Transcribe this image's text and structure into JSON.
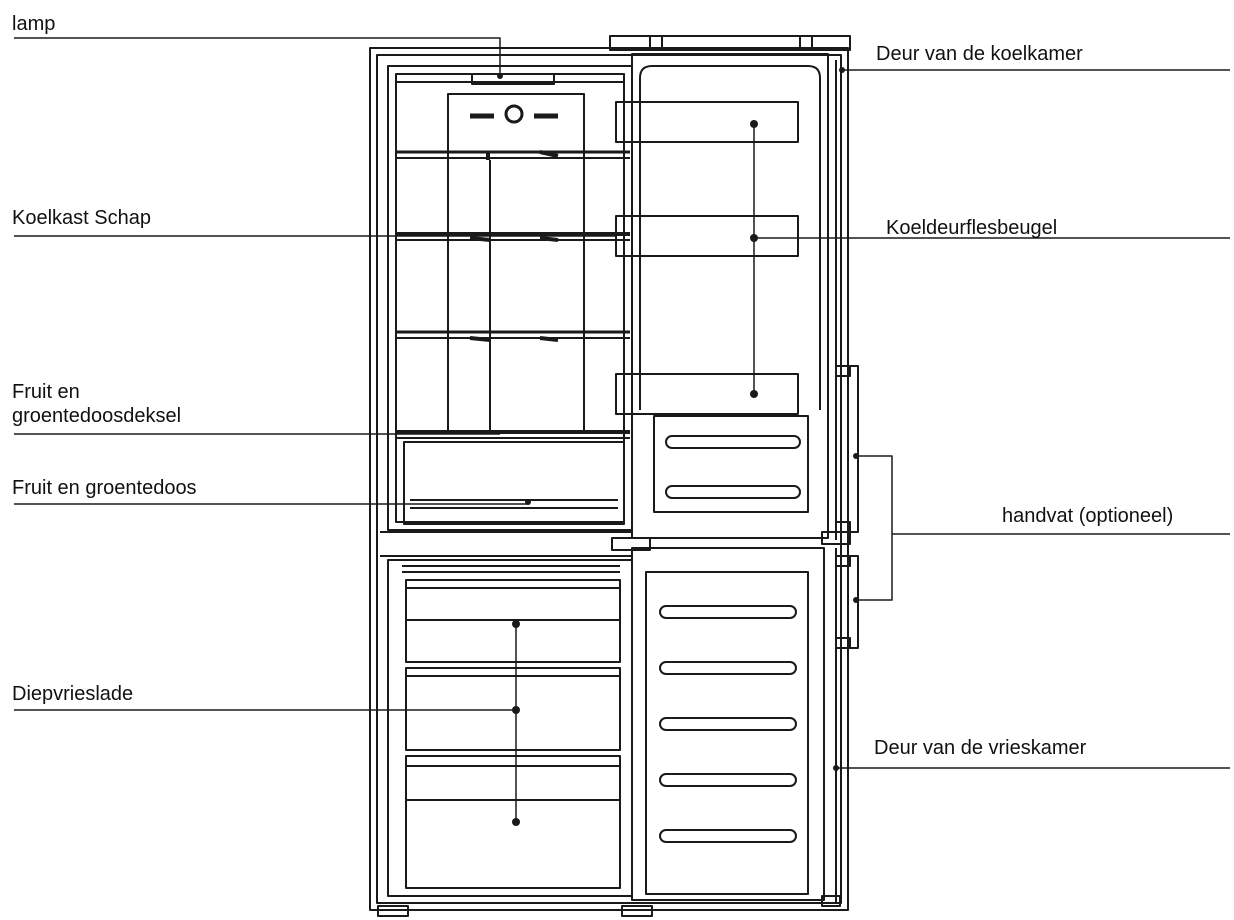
{
  "labels": {
    "lamp": "lamp",
    "fridge_shelf": "Koelkast Schap",
    "crisper_cover_line1": "Fruit en",
    "crisper_cover_line2": "groentedoosdeksel",
    "crisper_box": "Fruit en groentedoos",
    "freezer_drawer": "Diepvrieslade",
    "fridge_door": "Deur van de koelkamer",
    "door_bottle_rack": "Koeldeurflesbeugel",
    "handle_optional": "handvat (optioneel)",
    "freezer_door": "Deur van de vrieskamer"
  },
  "colors": {
    "line": "#1a1a1a",
    "text": "#111111",
    "background": "#ffffff"
  }
}
